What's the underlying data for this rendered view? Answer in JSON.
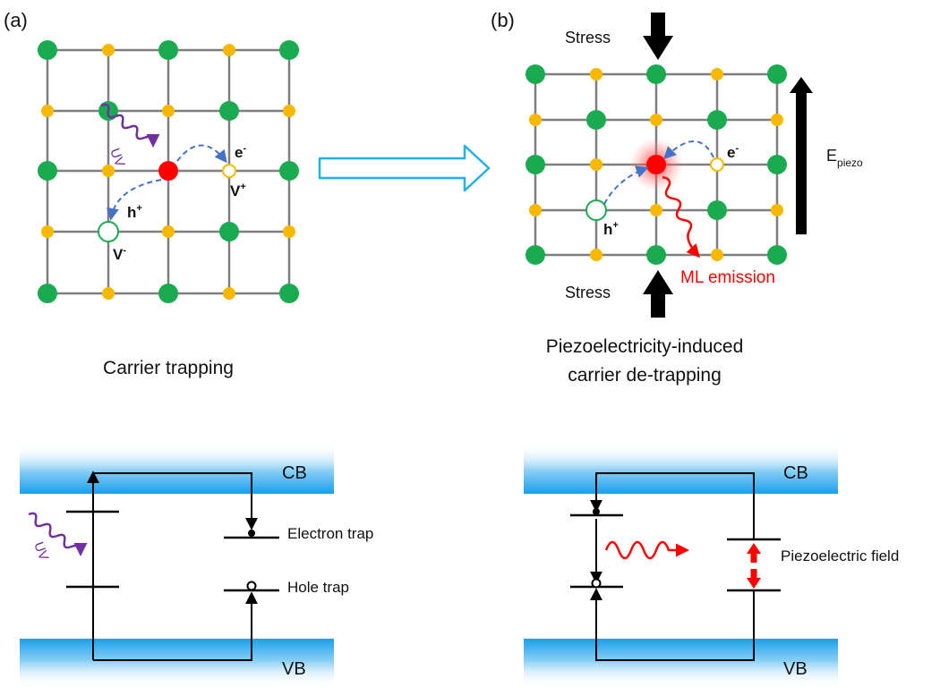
{
  "panel_a": {
    "tag": "(a)",
    "caption": "Carrier trapping",
    "uv": "UV",
    "electron": "e",
    "electron_sup": "-",
    "hole": "h",
    "hole_sup": "+",
    "vacancy_plus": "V",
    "vacancy_plus_sup": "+",
    "vacancy_minus": "V",
    "vacancy_minus_sup": "-"
  },
  "panel_b": {
    "tag": "(b)",
    "stress_top": "Stress",
    "stress_bottom": "Stress",
    "field": "E",
    "field_sub": "piezo",
    "electron": "e",
    "electron_sup": "-",
    "hole": "h",
    "hole_sup": "+",
    "emission": "ML emission",
    "caption_line1": "Piezoelectricity-induced",
    "caption_line2": "carrier de-trapping"
  },
  "band_a": {
    "cb": "CB",
    "vb": "VB",
    "uv": "UV",
    "electron_trap": "Electron trap",
    "hole_trap": "Hole trap"
  },
  "band_b": {
    "cb": "CB",
    "vb": "VB",
    "piezo_field": "Piezoelectric field"
  },
  "colors": {
    "large_atom": "#1aaa50",
    "small_atom": "#f9b800",
    "center_atom": "#ff0000",
    "uv_wave": "#7030a0",
    "dashed_arrow": "#4472c4",
    "band_blue": "#2aa6ee",
    "emission": "#ff0000",
    "process_arrow": "#22b0e8"
  }
}
